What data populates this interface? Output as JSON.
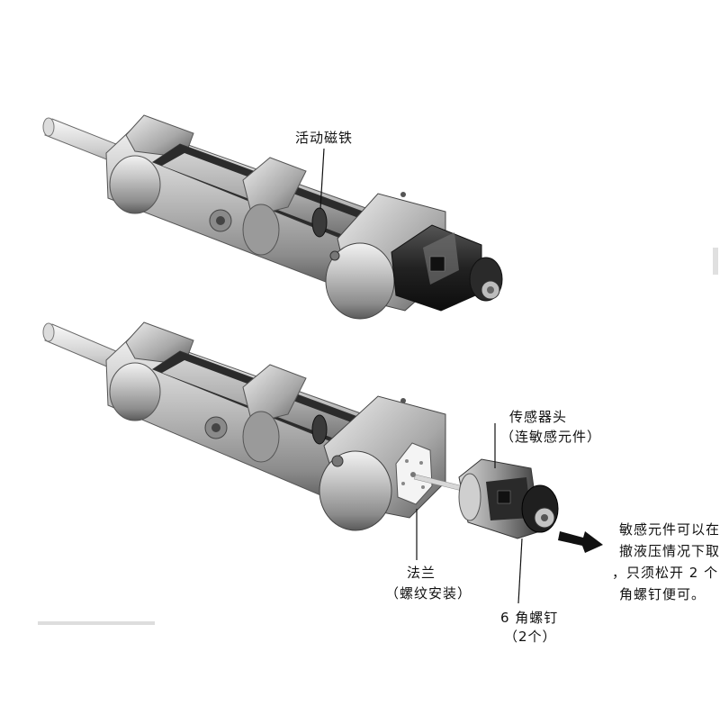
{
  "labels": {
    "magnet": "活动磁铁",
    "sensor_head_line1": "传感器头",
    "sensor_head_line2": "（连敏感元件）",
    "flange_line1": "法兰",
    "flange_line2": "（螺纹安装）",
    "screw_line1": "6 角螺钉",
    "screw_line2": "（2个）"
  },
  "note_lines": [
    "敏感元件可以在",
    "撤液压情况下取",
    "，只须松开 2 个",
    "角螺钉便可。"
  ],
  "colors": {
    "metal_light": "#e6e6e6",
    "metal_mid": "#b4b4b4",
    "metal_dark": "#5a5a5a",
    "sensor_black": "#1c1c1c",
    "line": "#111111"
  }
}
